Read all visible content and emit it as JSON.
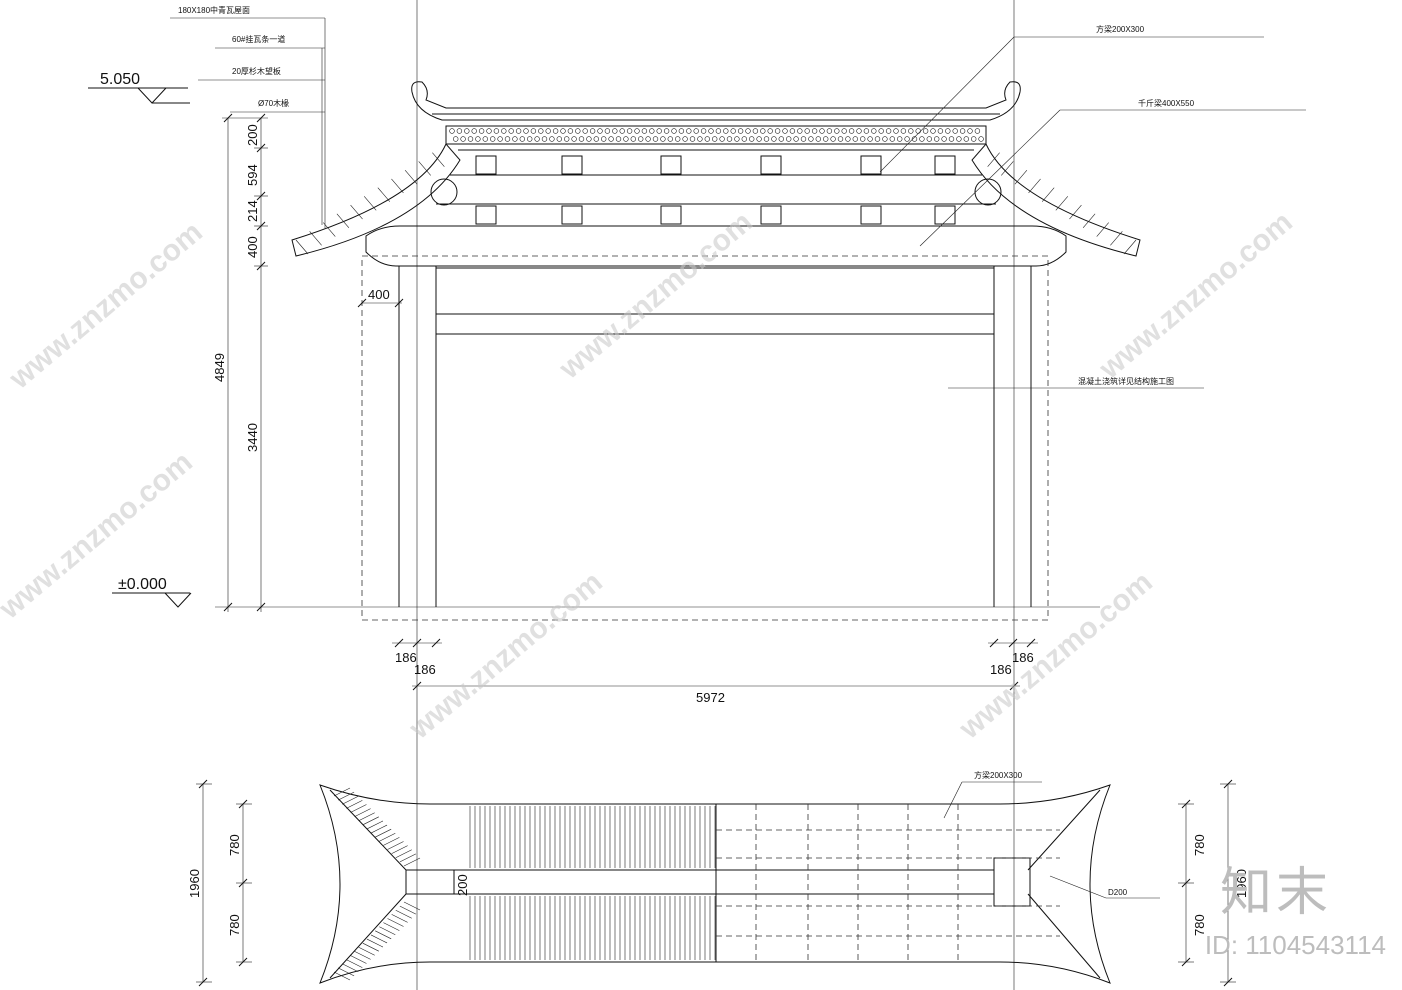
{
  "elevation": {
    "level_top": "5.050",
    "level_base": "±0.000",
    "vertical_dims": [
      "200",
      "594",
      "214",
      "400",
      "3440",
      "4849"
    ],
    "bottom_dims": [
      "186",
      "186",
      "186",
      "186"
    ],
    "width_dim": "5972",
    "offset_dim": "400",
    "notes_left": [
      "180X180中青瓦屋面",
      "60#挂瓦条一道",
      "20厚杉木望板",
      "Ø70木椽"
    ],
    "notes_right": [
      "方梁200X300",
      "千斤梁400X550",
      "混凝土浇筑详见结构施工图"
    ]
  },
  "plan": {
    "left_dims": [
      "1960",
      "780",
      "780"
    ],
    "right_dims": [
      "1960",
      "780",
      "780"
    ],
    "center_dim": "200",
    "note_beam": "方梁200X300",
    "note_post": "D200"
  },
  "watermark": "www.znzmo.com",
  "brand": {
    "logo": "知末",
    "id": "ID: 1104543114"
  }
}
